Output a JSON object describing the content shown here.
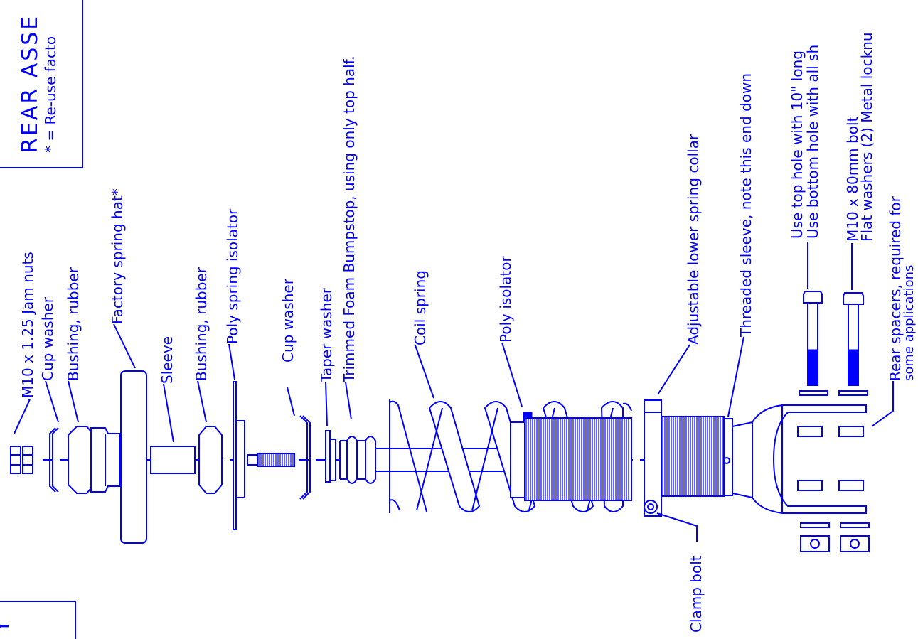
{
  "notes": {
    "heading": "REAR ASSE",
    "reuse_note": "* = Re-use facto",
    "heading_left_fragment": "Y"
  },
  "labels": {
    "jam_nuts": "M10 x 1.25 Jam nuts",
    "cup_washer_1": "Cup washer",
    "bushing_rubber_1": "Bushing, rubber",
    "factory_spring_hat": "Factory spring hat*",
    "sleeve": "Sleeve",
    "bushing_rubber_2": "Bushing, rubber",
    "poly_spring_isolator": "Poly spring isolator",
    "cup_washer_2": "Cup washer",
    "taper_washer": "Taper washer",
    "bumpstop": "Trimmed Foam Bumpstop, using only top half.",
    "coil_spring": "Coil spring",
    "poly_isolator": "Poly isolator",
    "lower_collar": "Adjustable lower spring collar",
    "threaded_sleeve": "Threaded sleeve, note this end down",
    "clamp_bolt": "Clamp bolt",
    "top_hole_line1": "Use top hole with 10\" long",
    "top_hole_line2": "Use bottom hole with all sh",
    "bolt_line1": "M10 x 80mm bolt",
    "bolt_line2": "Flat washers (2)  Metal locknu",
    "spacers_line1": "Rear spacers, required for",
    "spacers_line2": "some applications"
  },
  "colors": {
    "ink": "#0000ff",
    "paper": "#ffffff"
  }
}
